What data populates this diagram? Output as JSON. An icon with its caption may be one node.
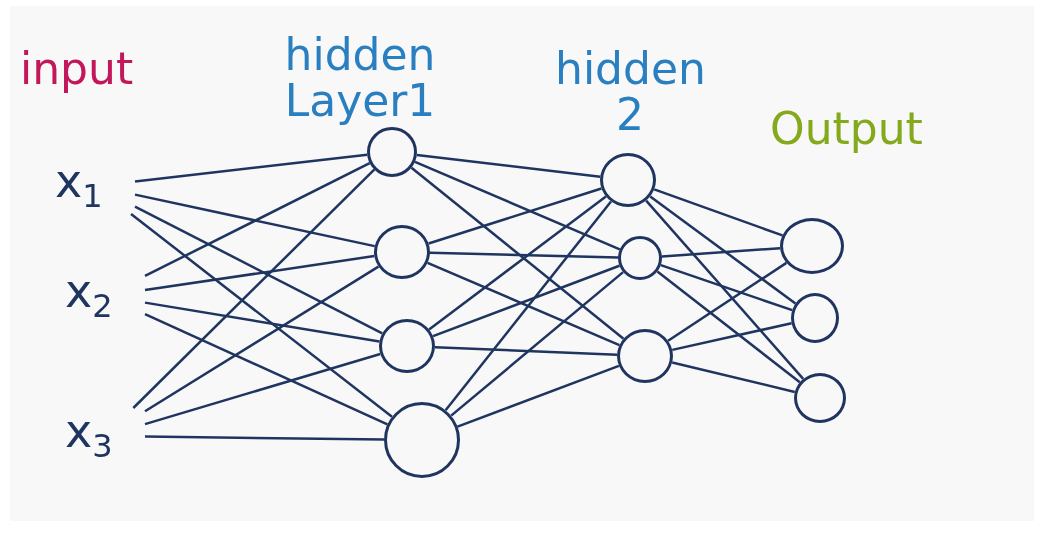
{
  "diagram": {
    "nodes": [
      {
        "text": [
          "x$_{1}$"
        ]
      },
      {
        "text": [
          "x$_{2}$"
        ]
      },
      {
        "text": [
          "x$_{3}$"
        ]
      },
      {
        "text": [],
        "shape": "circle"
      },
      {
        "text": [],
        "shape": "circle"
      },
      {
        "text": [],
        "shape": "circle"
      },
      {
        "text": [],
        "shape": "circle"
      },
      {
        "text": [],
        "shape": "circle"
      },
      {
        "text": [],
        "shape": "circle"
      },
      {
        "text": [],
        "shape": "circle"
      },
      {
        "text": [],
        "shape": "circle"
      },
      {
        "text": [],
        "shape": "circle"
      },
      {
        "text": [],
        "shape": "circle"
      }
    ],
    "edges": [
      {
        "from": 0,
        "to": 3,
        "arrow": "none"
      },
      {
        "from": 0,
        "to": 4,
        "arrow": "none"
      },
      {
        "from": 0,
        "to": 5,
        "arrow": "none"
      },
      {
        "from": 0,
        "to": 6,
        "arrow": "none"
      },
      {
        "from": 1,
        "to": 3,
        "arrow": "none"
      },
      {
        "from": 1,
        "to": 4,
        "arrow": "none"
      },
      {
        "from": 1,
        "to": 5,
        "arrow": "none"
      },
      {
        "from": 1,
        "to": 6,
        "arrow": "none"
      },
      {
        "from": 2,
        "to": 3,
        "arrow": "none"
      },
      {
        "from": 2,
        "to": 4,
        "arrow": "none"
      },
      {
        "from": 2,
        "to": 5,
        "arrow": "none"
      },
      {
        "from": 2,
        "to": 6,
        "arrow": "none"
      },
      {
        "from": 3,
        "to": 7,
        "arrow": "none"
      },
      {
        "from": 3,
        "to": 8,
        "arrow": "none"
      },
      {
        "from": 3,
        "to": 9,
        "arrow": "none"
      },
      {
        "from": 4,
        "to": 7,
        "arrow": "none"
      },
      {
        "from": 4,
        "to": 8,
        "arrow": "none"
      },
      {
        "from": 4,
        "to": 9,
        "arrow": "none"
      },
      {
        "from": 5,
        "to": 7,
        "arrow": "none"
      },
      {
        "from": 5,
        "to": 8,
        "arrow": "none"
      },
      {
        "from": 5,
        "to": 9,
        "arrow": "none"
      },
      {
        "from": 6,
        "to": 7,
        "arrow": "none"
      },
      {
        "from": 6,
        "to": 8,
        "arrow": "none"
      },
      {
        "from": 6,
        "to": 9,
        "arrow": "none"
      },
      {
        "from": 7,
        "to": 10,
        "arrow": "none"
      },
      {
        "from": 7,
        "to": 11,
        "arrow": "none"
      },
      {
        "from": 7,
        "to": 12,
        "arrow": "none"
      },
      {
        "from": 8,
        "to": 10,
        "arrow": "none"
      },
      {
        "from": 8,
        "to": 11,
        "arrow": "none"
      },
      {
        "from": 8,
        "to": 12,
        "arrow": "none"
      },
      {
        "from": 9,
        "to": 10,
        "arrow": "none"
      },
      {
        "from": 9,
        "to": 11,
        "arrow": "none"
      },
      {
        "from": 9,
        "to": 12,
        "arrow": "none"
      }
    ],
    "labels": [
      "input",
      "hidden Layer1",
      "hidden 2",
      "Output"
    ]
  }
}
